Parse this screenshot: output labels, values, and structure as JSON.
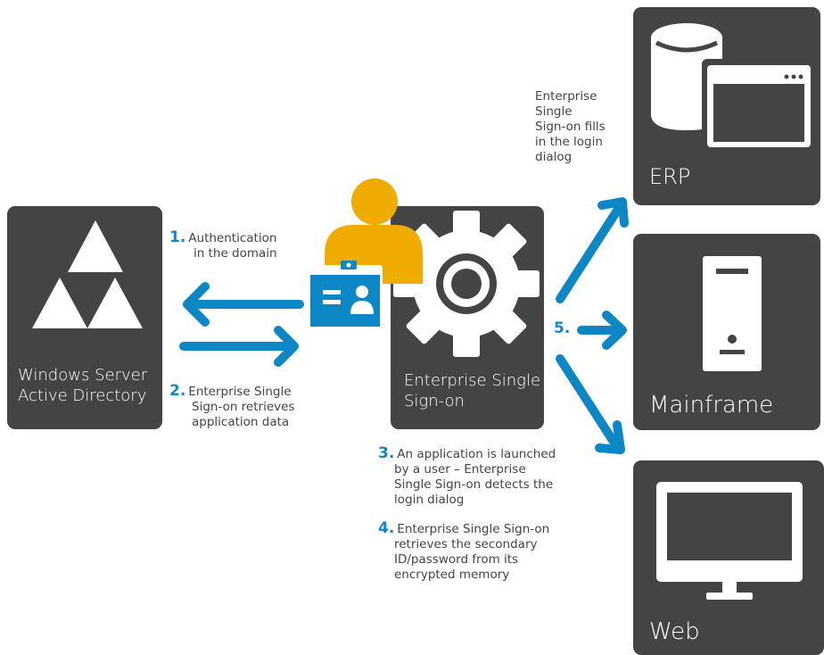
{
  "colors": {
    "box": "#444444",
    "arrow": "#0d86c6",
    "person": "#f0ab00",
    "step_number": "#1185c7",
    "text": "#444444"
  },
  "boxes": {
    "active_directory": {
      "line1": "Windows Server",
      "line2": "Active Directory",
      "icon": "triforce-icon"
    },
    "esso": {
      "line1": "Enterprise Single",
      "line2": "Sign-on",
      "icon": "gear-icon"
    },
    "erp": {
      "label": "ERP",
      "icon": "database-window-icon"
    },
    "mainframe": {
      "label": "Mainframe",
      "icon": "server-tower-icon"
    },
    "web": {
      "label": "Web",
      "icon": "monitor-icon"
    }
  },
  "steps": {
    "s1": {
      "num": "1.",
      "line1": "Authentication",
      "line2": "in the domain"
    },
    "s2": {
      "num": "2.",
      "line1": "Enterprise Single",
      "line2": "Sign-on retrieves",
      "line3": "application data"
    },
    "s3": {
      "num": "3.",
      "line1": "An application is launched",
      "line2": "by a user – Enterprise",
      "line3": "Single Sign-on detects the",
      "line4": "login dialog"
    },
    "s4": {
      "num": "4.",
      "line1": "Enterprise Single Sign-on",
      "line2": "retrieves the secondary",
      "line3": "ID/password from its",
      "line4": "encrypted memory"
    },
    "s5": {
      "num": "5."
    }
  },
  "erp_note": {
    "line1": "Enterprise",
    "line2": "Single",
    "line3": "Sign-on fills",
    "line4": "in the login",
    "line5": "dialog"
  }
}
